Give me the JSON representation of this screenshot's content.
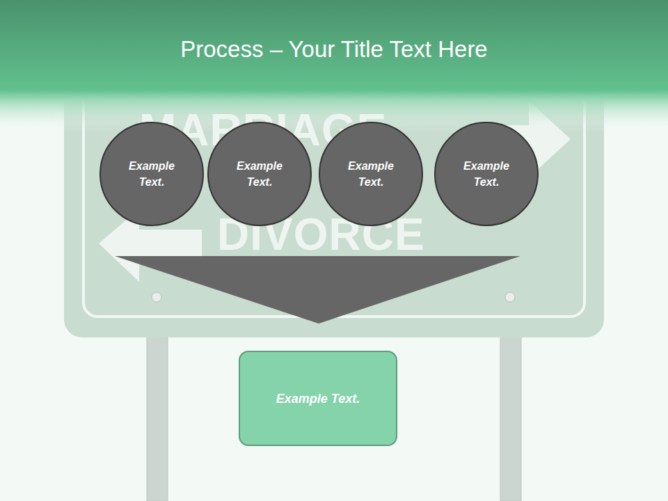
{
  "diagram": {
    "title": "Process – Your Title Text Here",
    "nodes": [
      {
        "text": [
          "Example Text."
        ]
      },
      {
        "text": [
          "Example Text."
        ]
      },
      {
        "text": [
          "Example Text."
        ]
      },
      {
        "text": [
          "Example Text."
        ]
      },
      {
        "text": [
          "Example Text."
        ]
      }
    ],
    "labels": [
      "MARRIAGE",
      "DIVORCE"
    ]
  }
}
